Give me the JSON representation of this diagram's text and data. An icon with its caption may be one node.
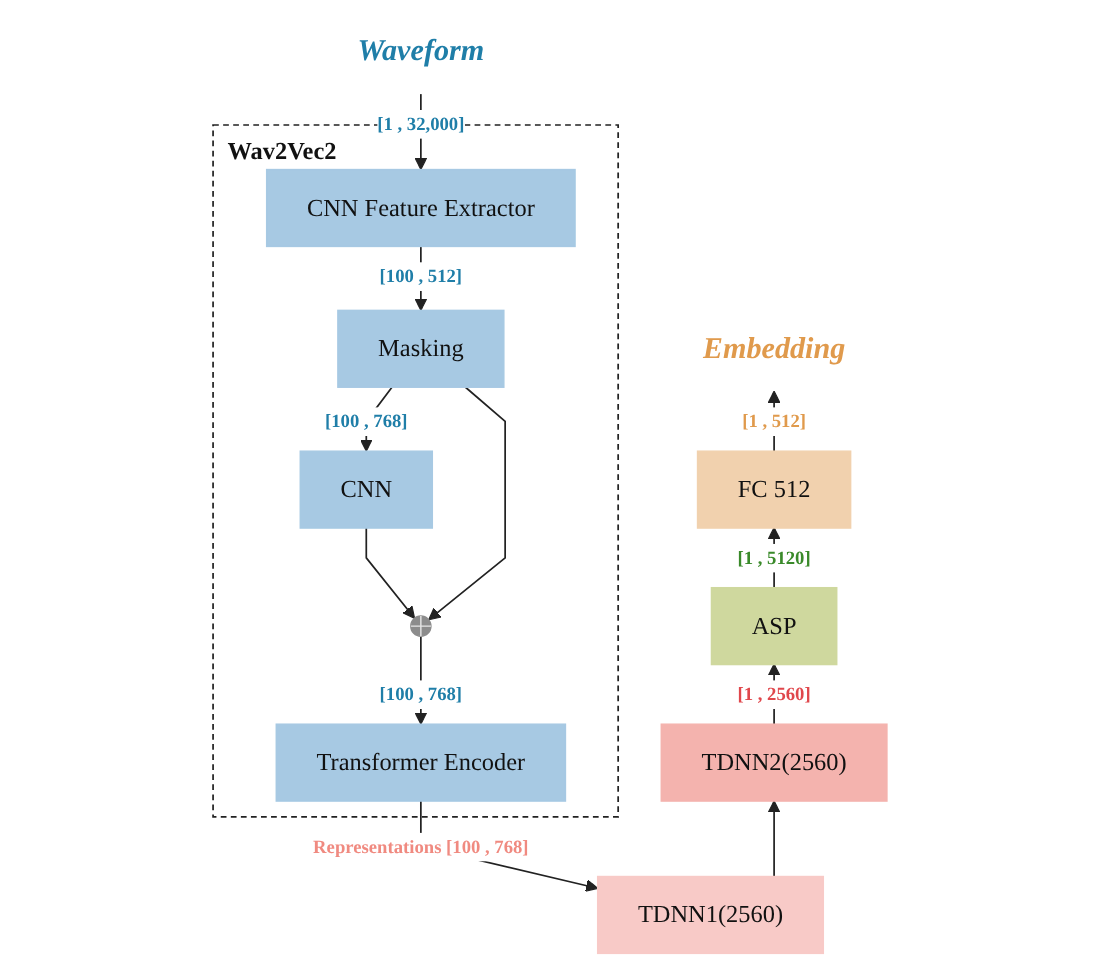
{
  "diagram": {
    "nodes": [
      {
        "text": [
          "Waveform"
        ]
      },
      {
        "text": [
          "Wav2Vec2"
        ]
      },
      {
        "text": [
          "CNN Feature Extractor"
        ],
        "in": 1
      },
      {
        "text": [
          "Masking"
        ],
        "in": 1
      },
      {
        "text": [
          "CNN"
        ],
        "in": 1
      },
      {
        "text": [],
        "shape": "circle",
        "in": 1
      },
      {
        "text": [
          "Transformer Encoder"
        ],
        "in": 1
      },
      {
        "text": [
          "TDNN1(2560)"
        ]
      },
      {
        "text": [
          "TDNN2(2560)"
        ]
      },
      {
        "text": [
          "ASP"
        ]
      },
      {
        "text": [
          "FC 512"
        ]
      },
      {
        "text": [
          "Embedding"
        ]
      }
    ],
    "edges": [
      {
        "from": 0,
        "to": 2,
        "arrow": "to",
        "label": "[1 , 32,000]"
      },
      {
        "from": 2,
        "to": 3,
        "arrow": "to",
        "label": "[100 , 512]"
      },
      {
        "from": 3,
        "to": 4,
        "arrow": "to",
        "label": "[100 , 768]"
      },
      {
        "from": 4,
        "to": 5,
        "arrow": "to"
      },
      {
        "from": 3,
        "to": 5,
        "arrow": "to"
      },
      {
        "from": 5,
        "to": 6,
        "arrow": "to",
        "label": "[100 , 768]"
      },
      {
        "from": 6,
        "to": 7,
        "arrow": "to",
        "label": "Representations [100 , 768]"
      },
      {
        "from": 7,
        "to": 8,
        "arrow": "to"
      },
      {
        "from": 8,
        "to": 9,
        "arrow": "to",
        "label": "[1 , 2560]"
      },
      {
        "from": 9,
        "to": 10,
        "arrow": "to",
        "label": "[1 , 5120]"
      },
      {
        "from": 10,
        "to": 11,
        "arrow": "to",
        "label": "[1 , 512]"
      }
    ]
  }
}
